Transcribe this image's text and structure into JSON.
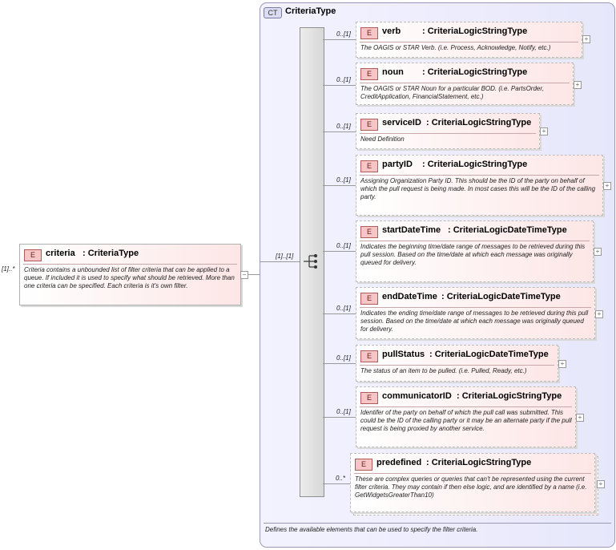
{
  "root": {
    "badge": "E",
    "name": "criteria",
    "type": ": CriteriaType",
    "multiplicity": "[1]..*",
    "doc": "Criteria contains a unbounded list of filter criteria that can be applied to a queue. If included it is used to specify what should be retrieved. More than one criteria can be specified. Each criteria is it's own filter.",
    "collapse_symbol": "−"
  },
  "complex_type": {
    "badge": "CT",
    "name": "CriteriaType",
    "doc": "Defines the available elements that can be used to specify the filter criteria."
  },
  "sequence": {
    "multiplicity": "[1]..[1]"
  },
  "elements": [
    {
      "badge": "E",
      "name": "verb",
      "type": ": CriteriaLogicStringType",
      "multiplicity": "0..[1]",
      "doc": "The OAGIS or STAR Verb. (i.e. Process, Acknowledge, Notify, etc.)",
      "expand": "+"
    },
    {
      "badge": "E",
      "name": "noun",
      "type": ": CriteriaLogicStringType",
      "multiplicity": "0..[1]",
      "doc": "The OAGIS or STAR Noun for a particular BOD. (i.e. PartsOrder, CreditApplication, FinancialStatement, etc.)",
      "expand": "+"
    },
    {
      "badge": "E",
      "name": "serviceID",
      "type": ": CriteriaLogicStringType",
      "multiplicity": "0..[1]",
      "doc": "Need Definition",
      "expand": "+"
    },
    {
      "badge": "E",
      "name": "partyID",
      "type": ": CriteriaLogicStringType",
      "multiplicity": "0..[1]",
      "doc": "Assigning Organization Party ID. This should be the ID of the party on behalf of which the pull request is being made. In most cases this will be the ID of the calling party.",
      "expand": "+"
    },
    {
      "badge": "E",
      "name": "startDateTime",
      "type": ": CriteriaLogicDateTimeType",
      "multiplicity": "0..[1]",
      "doc": "Indicates the beginning time/date range of messages to be retrieved during this pull session. Based on the time/date at which each message was originally queued for delivery.",
      "expand": "+"
    },
    {
      "badge": "E",
      "name": "endDateTime",
      "type": ": CriteriaLogicDateTimeType",
      "multiplicity": "0..[1]",
      "doc": "Indicates the ending time/date range of messages to be retrieved during this pull session. Based on the time/date at which each message was originally queued for delivery.",
      "expand": "+"
    },
    {
      "badge": "E",
      "name": "pullStatus",
      "type": ": CriteriaLogicDateTimeType",
      "multiplicity": "0..[1]",
      "doc": "The status of an item to be pulled. (i.e. Pulled, Ready, etc.)",
      "expand": "+"
    },
    {
      "badge": "E",
      "name": "communicatorID",
      "type": ": CriteriaLogicStringType",
      "multiplicity": "0..[1]",
      "doc": "Identifer of the party on behalf of which the pull call was submitted. This could be the ID of the calling party or it may be an alternate party if the pull request is being proxied by another service.",
      "expand": "+"
    },
    {
      "badge": "E",
      "name": "predefined",
      "type": ": CriteriaLogicStringType",
      "multiplicity": "0..*",
      "doc": "These are complex queries or queries that can't be represented using the current filter criteria. They may contain if then else logic, and are identified by a name (i.e. GetWidgetsGreaterThan10)",
      "expand": "+"
    }
  ]
}
